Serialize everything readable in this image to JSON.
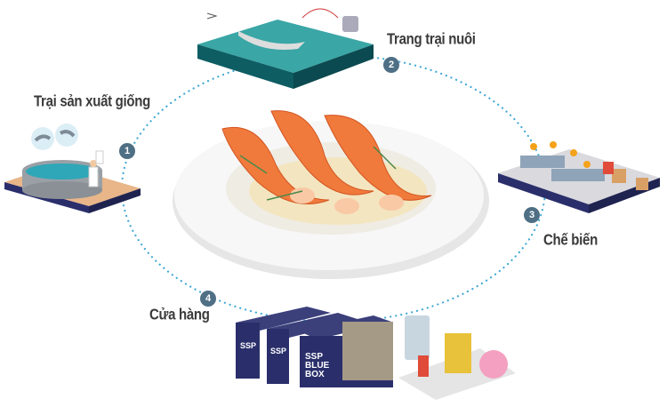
{
  "steps": [
    {
      "number": "1",
      "label": "Trại sản xuất giống"
    },
    {
      "number": "2",
      "label": "Trang trại nuôi"
    },
    {
      "number": "3",
      "label": "Chế biến"
    },
    {
      "number": "4",
      "label": "Cửa hàng"
    }
  ],
  "product": {
    "brand_line1": "SSP",
    "brand_line2": "BLUE",
    "brand_line3": "BOX"
  },
  "colors": {
    "badge": "#4f6f85",
    "path": "#3fa9d6",
    "box": "#2a2f6b",
    "shrimp": "#f07a3c"
  }
}
